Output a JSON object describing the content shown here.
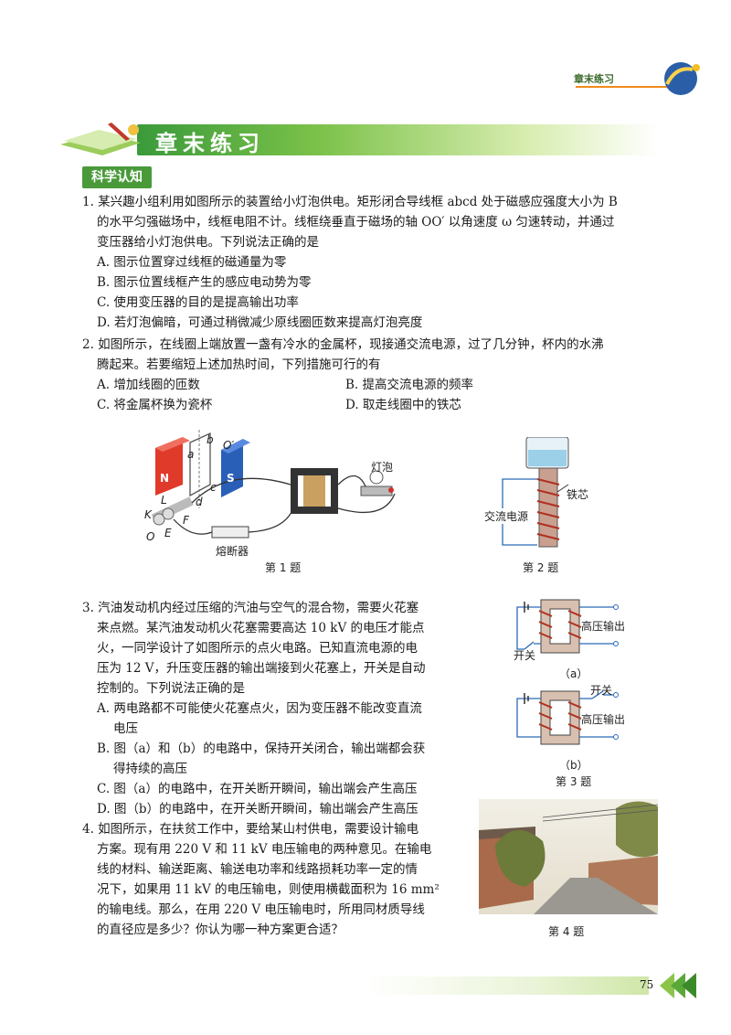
{
  "header": {
    "label": "章末练习"
  },
  "chapter": {
    "title": "章末练习"
  },
  "section": {
    "label": "科学认知"
  },
  "q1": {
    "lines": [
      "1. 某兴趣小组利用如图所示的装置给小灯泡供电。矩形闭合导线框 abcd 处于磁感应强度大小为 B",
      "的水平匀强磁场中，线框电阻不计。线框绕垂直于磁场的轴 OO′ 以角速度 ω 匀速转动，并通过",
      "变压器给小灯泡供电。下列说法正确的是"
    ],
    "options": [
      "A. 图示位置穿过线框的磁通量为零",
      "B. 图示位置线框产生的感应电动势为零",
      "C. 使用变压器的目的是提高输出功率",
      "D. 若灯泡偏暗，可通过稍微减少原线圈匝数来提高灯泡亮度"
    ]
  },
  "q2": {
    "lines": [
      "2. 如图所示，在线圈上端放置一盏有冷水的金属杯，现接通交流电源，过了几分钟，杯内的水沸",
      "腾起来。若要缩短上述加热时间，下列措施可行的有"
    ],
    "options": [
      "A. 增加线圈的匝数",
      "B. 提高交流电源的频率",
      "C. 将金属杯换为瓷杯",
      "D. 取走线圈中的铁芯"
    ]
  },
  "fig1": {
    "caption": "第 1 题",
    "labels": {
      "n": "N",
      "s": "S",
      "a": "a",
      "b": "b",
      "c": "c",
      "d": "d",
      "o_prime": "O′",
      "o": "O",
      "l": "L",
      "k": "K",
      "e": "E",
      "f": "F",
      "lamp": "灯泡",
      "fuse": "熔断器"
    }
  },
  "fig2": {
    "caption": "第 2 题",
    "labels": {
      "source": "交流电源",
      "core": "铁芯"
    }
  },
  "q3": {
    "lines": [
      "3. 汽油发动机内经过压缩的汽油与空气的混合物，需要火花塞",
      "来点燃。某汽油发动机火花塞需要高达 10 kV 的电压才能点",
      "火，一同学设计了如图所示的点火电路。已知直流电源的电",
      "压为 12 V，升压变压器的输出端接到火花塞上，开关是自动",
      "控制的。下列说法正确的是"
    ],
    "options": [
      "A. 两电路都不可能使火花塞点火，因为变压器不能改变直流",
      "电压",
      "B. 图（a）和（b）的电路中，保持开关闭合，输出端都会获",
      "得持续的高压",
      "C. 图（a）的电路中，在开关断开瞬间，输出端会产生高压",
      "D. 图（b）的电路中，在开关断开瞬间，输出端会产生高压"
    ]
  },
  "fig3": {
    "caption": "第 3 题",
    "a": {
      "output": "高压输出",
      "switch": "开关",
      "tag": "（a）"
    },
    "b": {
      "output": "高压输出",
      "switch": "开关",
      "tag": "（b）"
    }
  },
  "q4": {
    "lines": [
      "4. 如图所示，在扶贫工作中，要给某山村供电，需要设计输电",
      "方案。现有用 220 V 和 11 kV 电压输电的两种意见。在输电",
      "线的材料、输送距离、输送电功率和线路损耗功率一定的情",
      "况下，如果用 11 kV 的电压输电，则使用横截面积为 16 mm²",
      "的输电线。那么，在用 220 V 电压输电时，所用同材质导线",
      "的直径应是多少？你认为哪一种方案更合适？"
    ]
  },
  "fig4": {
    "caption": "第 4 题"
  },
  "page": {
    "number": "75"
  },
  "colors": {
    "accent_green": "#4a9a3a",
    "accent_orange": "#f08a1a"
  }
}
